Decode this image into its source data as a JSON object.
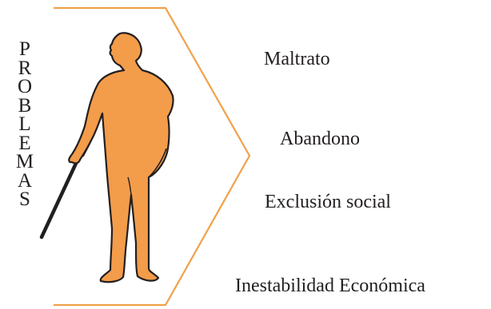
{
  "title_letters": [
    "P",
    "R",
    "O",
    "B",
    "L",
    "E",
    "M",
    "A",
    "S"
  ],
  "items": [
    {
      "label": "Maltrato"
    },
    {
      "label": "Abandono"
    },
    {
      "label": "Exclusión social"
    },
    {
      "label": "Inestabilidad Económica"
    }
  ],
  "colors": {
    "figure_fill": "#f39c4a",
    "figure_outline": "#231f20",
    "bracket": "#f0a14a",
    "cane": "#231f20",
    "text": "#231f20"
  },
  "icons": {
    "figure": "elderly-person-with-cane-icon"
  }
}
